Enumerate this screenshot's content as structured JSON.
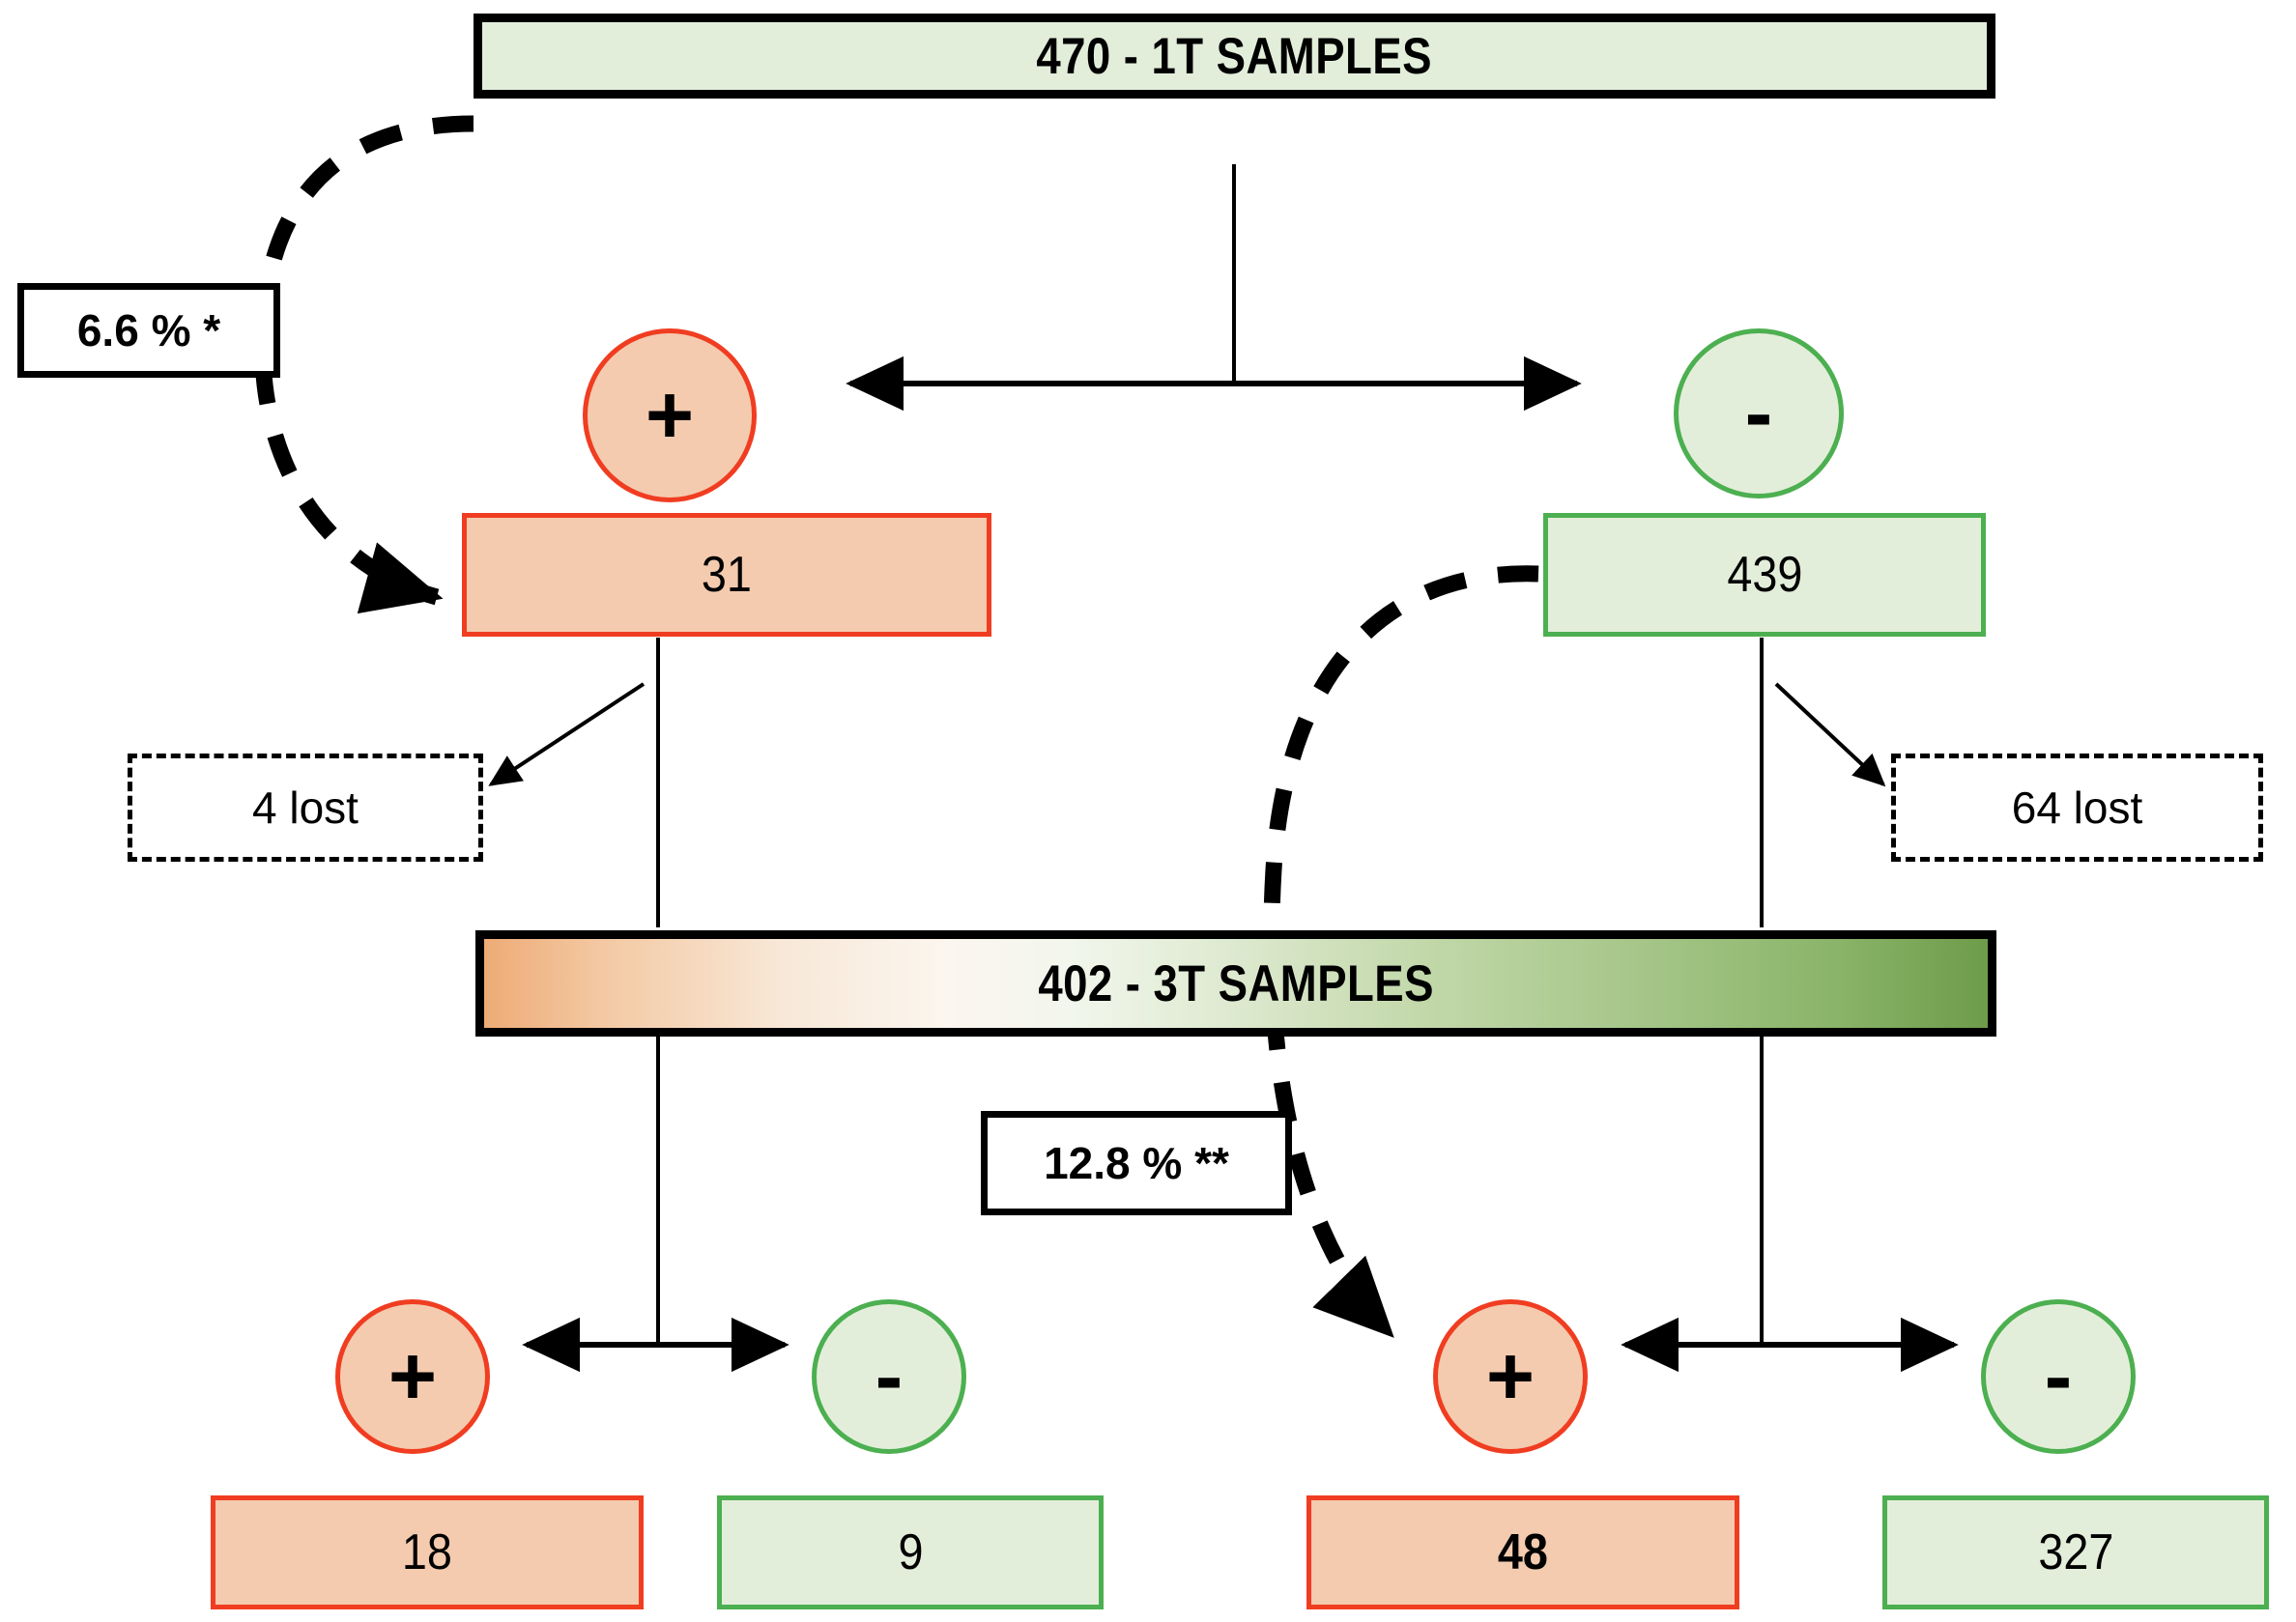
{
  "diagram": {
    "title_top": "470 - 1T SAMPLES",
    "title_mid": "402 - 3T SAMPLES",
    "colors": {
      "positive_fill": "#f4cbaf",
      "positive_border": "#f03d21",
      "negative_fill": "#e3eeda",
      "negative_border": "#4caf50",
      "header_top_fill": "#e2eeda",
      "outline": "#000000"
    },
    "level_1t": {
      "header": "470 - 1T SAMPLES",
      "positive": {
        "glyph": "+",
        "count": "31"
      },
      "negative": {
        "glyph": "-",
        "count": "439"
      },
      "lost_from_positive": "4 lost",
      "lost_from_negative": "64 lost"
    },
    "level_3t": {
      "header": "402 - 3T SAMPLES",
      "left_group": {
        "positive": {
          "glyph": "+",
          "count": "18"
        },
        "negative": {
          "glyph": "-",
          "count": "9"
        }
      },
      "right_group": {
        "positive": {
          "glyph": "+",
          "count": "48"
        },
        "negative": {
          "glyph": "-",
          "count": "327"
        }
      }
    },
    "annotations": {
      "prevalence_1t": "6.6 % *",
      "seroconversion_3t": "12.8 % **"
    }
  }
}
